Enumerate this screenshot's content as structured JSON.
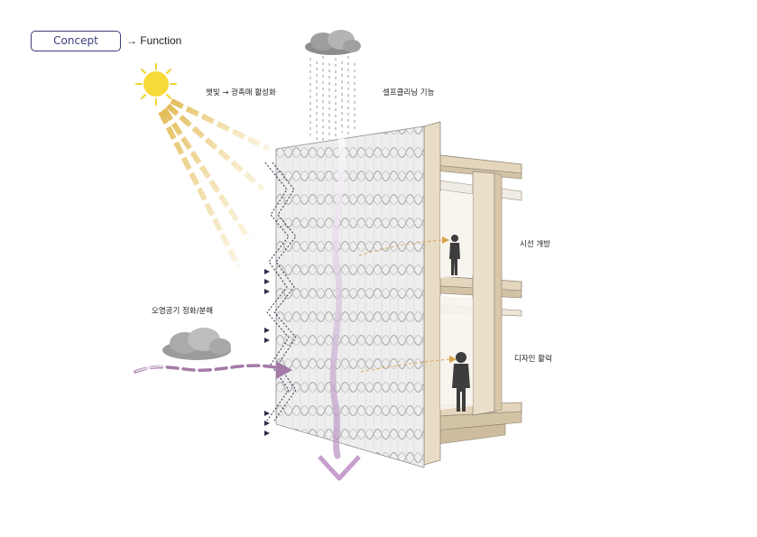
{
  "header": {
    "concept_label": "Concept",
    "function_text": "→ Function"
  },
  "labels": {
    "sunlight": "햇빛 → 광촉매 활성화",
    "self_cleaning": "셀프클리닝 기능",
    "view_open": "시선 개방",
    "air_purify": "오염공기 정화/분해",
    "design_vitality": "디자인 활력"
  },
  "icons": {
    "sun": "sun-icon",
    "rain_cloud": "rain-cloud-icon",
    "pollution_cloud": "cloud-icon"
  },
  "colors": {
    "sun": "#f6d42e",
    "sun_ray": "#e8c877",
    "air_flow": "#a47aa6",
    "view_arrow": "#d9a34a",
    "wood": "#e9dcc4",
    "facade": "#dcdcdc",
    "concept_border": "#3a3f7a"
  }
}
